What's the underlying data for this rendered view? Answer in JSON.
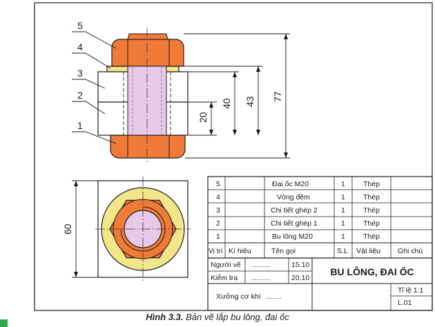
{
  "part_numbers": [
    "5",
    "4",
    "3",
    "2",
    "1"
  ],
  "dimensions": {
    "d20": "20",
    "d40": "40",
    "d43": "43",
    "d77": "77",
    "d60": "60"
  },
  "parts_list": {
    "rows": [
      {
        "no": "5",
        "name": "Đai ốc M20",
        "qty": "1",
        "material": "Thép"
      },
      {
        "no": "4",
        "name": "Vòng đệm",
        "qty": "1",
        "material": "Thép"
      },
      {
        "no": "3",
        "name": "Chi tiết ghép 2",
        "qty": "1",
        "material": "Thép"
      },
      {
        "no": "2",
        "name": "Chi tiết ghép 1",
        "qty": "1",
        "material": "Thép"
      },
      {
        "no": "1",
        "name": "Bu lông M20",
        "qty": "1",
        "material": "Thép"
      }
    ],
    "header": {
      "pos": "Vị trí",
      "code": "Kí hiệu",
      "name": "Tên gọi",
      "qty": "S.L",
      "material": "Vật liệu",
      "note": "Ghi chú"
    }
  },
  "title_block": {
    "drawn_by": "Người vẽ",
    "drawn_dots": "...........",
    "drawn_date": "15.10",
    "checked_by": "Kiểm tra",
    "checked_dots": "...........",
    "checked_date": "20.10",
    "title": "BU LÔNG, ĐAI ỐC",
    "workshop": "Xưởng cơ khí",
    "workshop_dots": ".........",
    "scale": "Tỉ lệ 1:1",
    "sheet": "L.01"
  },
  "caption": {
    "label": "Hình 3.3.",
    "text": " Bản vẽ lắp bu lông, đai ốc"
  },
  "colors": {
    "nut": "#f07a38",
    "washer": "#f2e58a",
    "bolt": "#e8c9ea",
    "plate": "#ffffff",
    "line": "#1a1a1a"
  }
}
